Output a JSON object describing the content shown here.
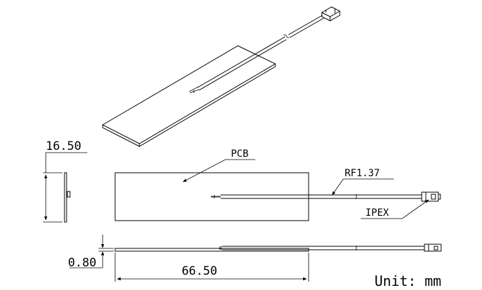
{
  "labels": {
    "pcb": "PCB",
    "cable": "RF1.37",
    "connector": "IPEX"
  },
  "dimensions": {
    "width": "16.50",
    "thickness": "0.80",
    "length": "66.50"
  },
  "units": "Unit: mm"
}
